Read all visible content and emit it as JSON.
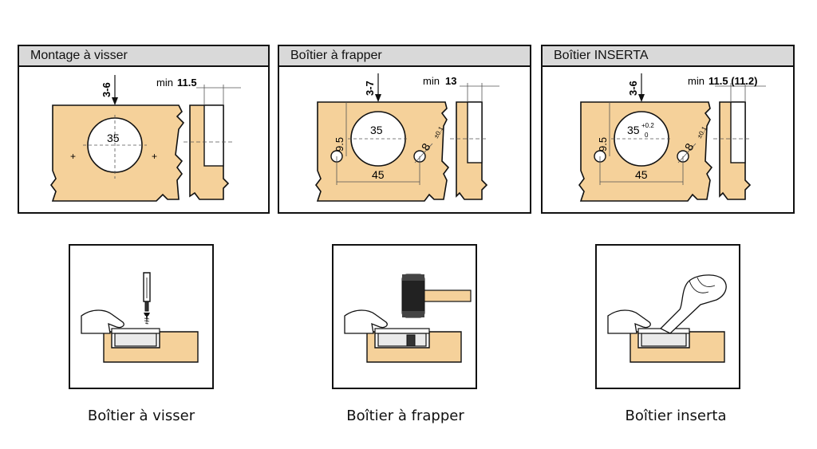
{
  "panels": [
    {
      "title": "Montage à visser",
      "depth": "3-6",
      "min_label": "min",
      "min_value": "11.5",
      "diameter": "35"
    },
    {
      "title": "Boîtier à frapper",
      "depth": "3-7",
      "min_label": "min",
      "min_value": "13",
      "offset": "9.5",
      "diameter": "35",
      "pin": "8",
      "pin_tol": "±0.1",
      "spacing": "45"
    },
    {
      "title": "Boîtier INSERTA",
      "depth": "3-6",
      "min_label": "min",
      "min_value": "11.5 (11.2)",
      "offset": "9.5",
      "diameter": "35",
      "dia_tol_upper": "+0.2",
      "dia_tol_lower": "0",
      "pin": "8",
      "pin_tol": "±0.1",
      "spacing": "45"
    }
  ],
  "captions": [
    "Boîtier à visser",
    "Boîtier à frapper",
    "Boîtier inserta"
  ],
  "colors": {
    "wood": "#f5d19a",
    "header": "#d9d9d9",
    "line": "#111111",
    "dim": "#555555"
  }
}
